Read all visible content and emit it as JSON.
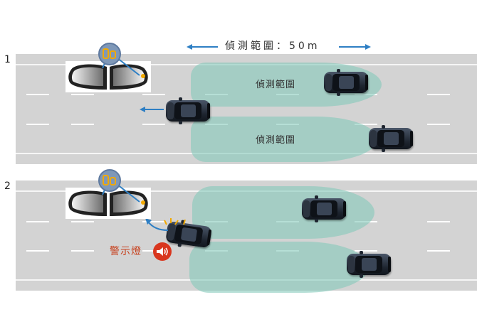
{
  "header": {
    "range_caption": "偵測範圍：50m"
  },
  "panels": [
    {
      "label": "1",
      "zone_labels": [
        "偵測範圍",
        "偵測範圍"
      ]
    },
    {
      "label": "2"
    }
  ],
  "alarm": {
    "label": "警示燈"
  },
  "icons": {
    "badge": "blind-spot-warning-icon",
    "alarm": "speaker-alarm-icon",
    "mirror": "side-mirror-icon"
  },
  "colors": {
    "road": "#d3d3d3",
    "zone": "#82c8b9",
    "arrow": "#2e7fc4",
    "badge": "#7f98b8",
    "alarm": "#d9361e",
    "alarm_text": "#c7421f",
    "indicator": "#f2a900"
  }
}
